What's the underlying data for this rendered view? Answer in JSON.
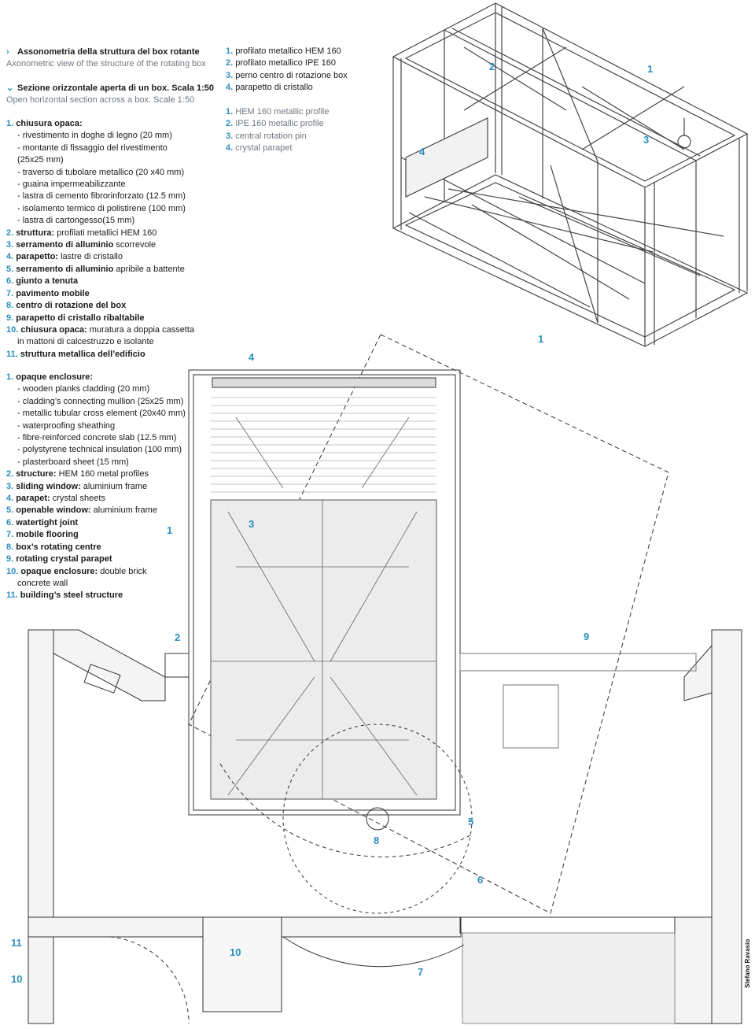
{
  "captions": {
    "axonometric_it": "Assonometria della struttura del box rotante",
    "axonometric_en": "Axonometric view of the structure of the rotating box",
    "section_it": "Sezione orizzontale aperta di un box. Scala 1:50",
    "section_en": "Open horizontal section across a box. Scale 1:50"
  },
  "legend_it": [
    {
      "n": "1.",
      "key": "chiusura opaca:",
      "text": ""
    },
    {
      "n": "",
      "key": "",
      "text": "- rivestimento in doghe di legno (20 mm)"
    },
    {
      "n": "",
      "key": "",
      "text": "- montante di fissaggio del rivestimento"
    },
    {
      "n": "",
      "key": "",
      "text": "  (25x25 mm)"
    },
    {
      "n": "",
      "key": "",
      "text": "- traverso di tubolare metallico (20 x40 mm)"
    },
    {
      "n": "",
      "key": "",
      "text": "- guaina impermeabilizzante"
    },
    {
      "n": "",
      "key": "",
      "text": "- lastra di cemento fibrorinforzato (12.5 mm)"
    },
    {
      "n": "",
      "key": "",
      "text": "- isolamento termico di polistirene (100 mm)"
    },
    {
      "n": "",
      "key": "",
      "text": "- lastra di cartongesso(15 mm)"
    },
    {
      "n": "2.",
      "key": "struttura:",
      "text": " profilati metallici HEM 160"
    },
    {
      "n": "3.",
      "key": "serramento di alluminio",
      "text": " scorrevole"
    },
    {
      "n": "4.",
      "key": "parapetto:",
      "text": " lastre di cristallo"
    },
    {
      "n": "5.",
      "key": "serramento di alluminio",
      "text": " apribile a battente"
    },
    {
      "n": "6.",
      "key": "giunto a tenuta",
      "text": ""
    },
    {
      "n": "7.",
      "key": "pavimento mobile",
      "text": ""
    },
    {
      "n": "8.",
      "key": "centro di rotazione del box",
      "text": ""
    },
    {
      "n": "9.",
      "key": "parapetto di cristallo ribaltabile",
      "text": ""
    },
    {
      "n": "10.",
      "key": "chiusura opaca:",
      "text": " muratura a doppia cassetta"
    },
    {
      "n": "",
      "key": "",
      "text": "in mattoni di calcestruzzo e isolante"
    },
    {
      "n": "11.",
      "key": "struttura metallica dell’edificio",
      "text": ""
    }
  ],
  "legend_en": [
    {
      "n": "1.",
      "key": "opaque enclosure:",
      "text": ""
    },
    {
      "n": "",
      "key": "",
      "text": "- wooden planks cladding (20 mm)"
    },
    {
      "n": "",
      "key": "",
      "text": "- cladding’s connecting mullion (25x25 mm)"
    },
    {
      "n": "",
      "key": "",
      "text": "- metallic tubular cross element (20x40 mm)"
    },
    {
      "n": "",
      "key": "",
      "text": "- waterproofing sheathing"
    },
    {
      "n": "",
      "key": "",
      "text": "- fibre-reinforced concrete slab (12.5 mm)"
    },
    {
      "n": "",
      "key": "",
      "text": "- polystyrene technical insulation (100 mm)"
    },
    {
      "n": "",
      "key": "",
      "text": "- plasterboard sheet (15 mm)"
    },
    {
      "n": "2.",
      "key": "structure:",
      "text": " HEM 160 metal profiles"
    },
    {
      "n": "3.",
      "key": "sliding window:",
      "text": " aluminium frame"
    },
    {
      "n": "4.",
      "key": "parapet:",
      "text": " crystal sheets"
    },
    {
      "n": "5.",
      "key": "openable window:",
      "text": " aluminium frame"
    },
    {
      "n": "6.",
      "key": "watertight joint",
      "text": ""
    },
    {
      "n": "7.",
      "key": "mobile flooring",
      "text": ""
    },
    {
      "n": "8.",
      "key": "box’s rotating centre",
      "text": ""
    },
    {
      "n": "9.",
      "key": "rotating crystal parapet",
      "text": ""
    },
    {
      "n": "10.",
      "key": "opaque enclosure:",
      "text": " double brick"
    },
    {
      "n": "",
      "key": "",
      "text": "concrete wall"
    },
    {
      "n": "11.",
      "key": "building’s steel structure",
      "text": ""
    }
  ],
  "axo_legend_it": [
    {
      "n": "1.",
      "text": "profilato metallico HEM 160"
    },
    {
      "n": "2.",
      "text": "profilato metallico IPE 160"
    },
    {
      "n": "3.",
      "text": "perno centro di rotazione box"
    },
    {
      "n": "4.",
      "text": "parapetto di cristallo"
    }
  ],
  "axo_legend_en": [
    {
      "n": "1.",
      "text": "HEM 160 metallic profile"
    },
    {
      "n": "2.",
      "text": "IPE 160 metallic profile"
    },
    {
      "n": "3.",
      "text": "central rotation pin"
    },
    {
      "n": "4.",
      "text": "crystal parapet"
    }
  ],
  "axo_labels": {
    "l1": "1",
    "l2": "2",
    "l3": "3",
    "l4": "4",
    "l1b": "1"
  },
  "plan_labels": {
    "l4": "4",
    "l1": "1",
    "l3": "3",
    "l2": "2",
    "l9": "9",
    "l5": "5",
    "l8": "8",
    "l6": "6",
    "l11": "11",
    "l10a": "10",
    "l10b": "10",
    "l7": "7"
  },
  "credit": "Stefano Ravasio",
  "colors": {
    "accent": "#2a8fbd",
    "line": "#333333",
    "fill": "#ececec"
  }
}
